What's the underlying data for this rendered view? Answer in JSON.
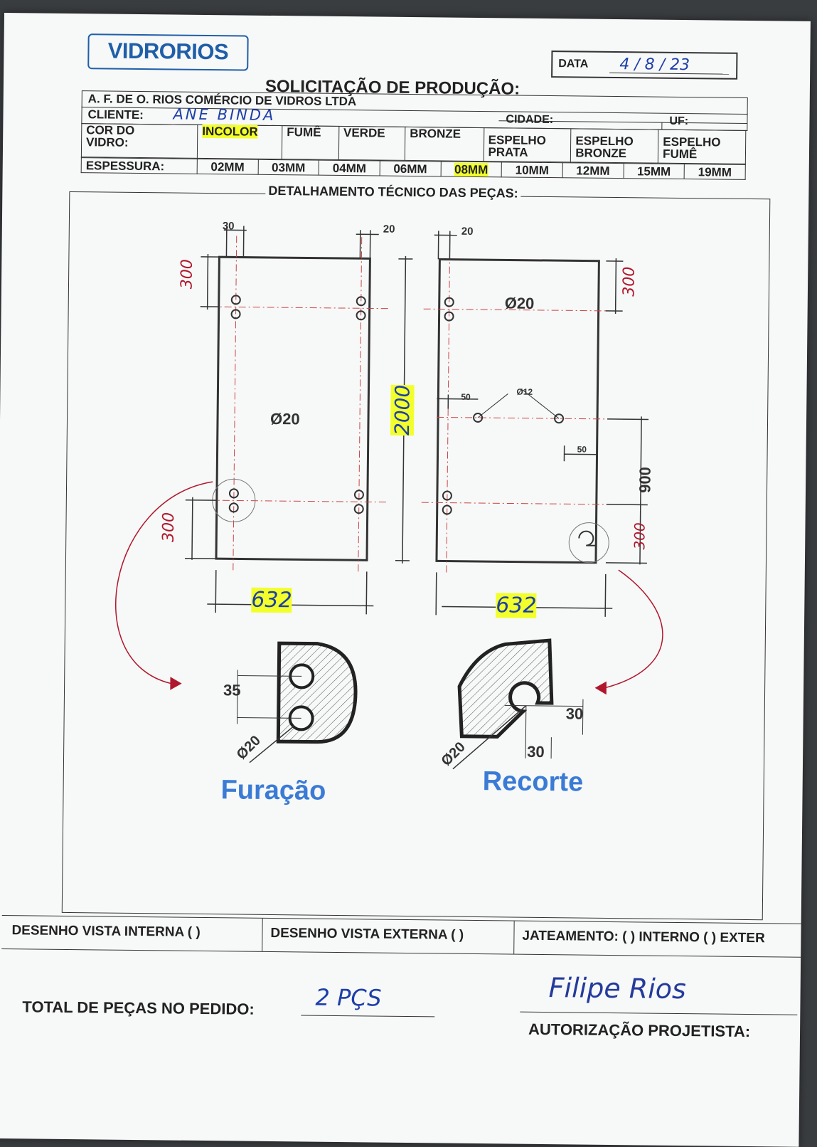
{
  "header": {
    "logo": "VIDRORIOS",
    "date_label": "DATA",
    "date_value": "4 / 8 / 23",
    "title": "SOLICITAÇÃO DE PRODUÇÃO:",
    "company": "A. F. DE O. RIOS COMÉRCIO DE VIDROS LTDA",
    "client_label": "CLIENTE:",
    "client_value": "ANE BINDA",
    "city_label": "CIDADE:",
    "uf_label": "UF:"
  },
  "glass_color": {
    "label_line1": "COR DO",
    "label_line2": "VIDRO:",
    "options": [
      {
        "line1": "INCOLOR",
        "line2": "",
        "selected": true
      },
      {
        "line1": "FUMÊ",
        "line2": "",
        "selected": false
      },
      {
        "line1": "VERDE",
        "line2": "",
        "selected": false
      },
      {
        "line1": "BRONZE",
        "line2": "",
        "selected": false
      },
      {
        "line1": "ESPELHO",
        "line2": "PRATA",
        "selected": false
      },
      {
        "line1": "ESPELHO",
        "line2": "BRONZE",
        "selected": false
      },
      {
        "line1": "ESPELHO",
        "line2": "FUMÊ",
        "selected": false
      }
    ]
  },
  "thickness": {
    "label": "ESPESSURA:",
    "options": [
      {
        "label": "02MM",
        "selected": false
      },
      {
        "label": "03MM",
        "selected": false
      },
      {
        "label": "04MM",
        "selected": false
      },
      {
        "label": "06MM",
        "selected": false
      },
      {
        "label": "08MM",
        "selected": true
      },
      {
        "label": "10MM",
        "selected": false
      },
      {
        "label": "12MM",
        "selected": false
      },
      {
        "label": "15MM",
        "selected": false
      },
      {
        "label": "19MM",
        "selected": false
      }
    ]
  },
  "drawing": {
    "section_title": "DETALHAMENTO TÉCNICO DAS PEÇAS:",
    "left_panel": {
      "dim_top_left": "30",
      "dim_top_right": "20",
      "dim_side_top": "300",
      "dim_side_bottom": "300",
      "hole_label": "Ø20",
      "width": "632"
    },
    "height_dim": "2000",
    "right_panel": {
      "dim_top_left": "20",
      "dim_side_top": "300",
      "hole_label": "Ø20",
      "small_hole_label": "Ø12",
      "dim_50_left": "50",
      "dim_50_right": "50",
      "dim_900": "900",
      "dim_side_bottom": "300",
      "width": "632"
    },
    "detail_left": {
      "dim": "35",
      "dia": "Ø20",
      "caption": "Furação"
    },
    "detail_right": {
      "dim_h": "30",
      "dim_v": "30",
      "dia": "Ø20",
      "caption": "Recorte"
    }
  },
  "footer": {
    "internal_view": "DESENHO VISTA INTERNA (  )",
    "external_view": "DESENHO VISTA EXTERNA (  )",
    "sandblast": "JATEAMENTO: (  ) INTERNO (  ) EXTER",
    "total_label": "TOTAL DE PEÇAS NO PEDIDO:",
    "total_value": "2 PÇS",
    "authorization": "AUTORIZAÇÃO PROJETISTA:",
    "signature": "Filipe Rios"
  },
  "colors": {
    "blue_brand": "#1f5fa8",
    "handwriting_red": "#b0172c",
    "handwriting_blue": "#1d3fa8",
    "highlight": "#f2ff2a"
  }
}
